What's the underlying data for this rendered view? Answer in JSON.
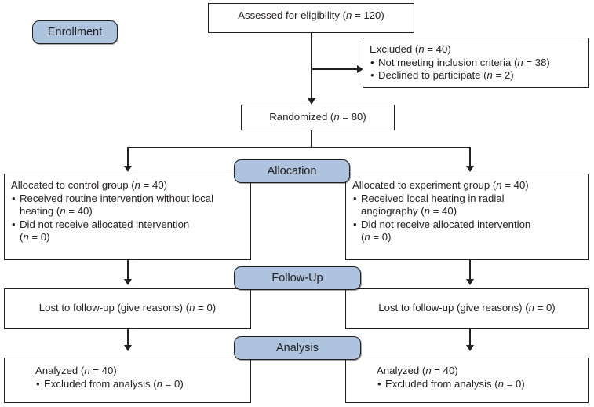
{
  "diagram": {
    "title": "CONSORT participant flow diagram",
    "accent_color": "#aec3dd",
    "line_color": "#231f20",
    "background": "#ffffff"
  },
  "stages": {
    "enrollment": "Enrollment",
    "allocation": "Allocation",
    "followup": "Follow-Up",
    "analysis": "Analysis"
  },
  "boxes": {
    "assessed": {
      "text_prefix": "Assessed for eligibility (",
      "italic_n": "n",
      "text_suffix": " = 120)"
    },
    "excluded": {
      "line1_prefix": "Excluded (",
      "line1_n": "n",
      "line1_suffix": " = 40)",
      "line2_prefix": "Not meeting inclusion criteria (",
      "line2_n": "n",
      "line2_suffix": " = 38)",
      "line3_prefix": "Declined to participate (",
      "line3_n": "n",
      "line3_suffix": " = 2)"
    },
    "randomized": {
      "text_prefix": "Randomized (",
      "italic_n": "n",
      "text_suffix": " = 80)"
    },
    "alloc_left": {
      "line1_prefix": "Allocated to control group (",
      "line1_n": "n",
      "line1_suffix": " = 40)",
      "line2_prefix": "Received routine intervention without local",
      "line2_cont_prefix": "heating (",
      "line2_n": "n",
      "line2_suffix": " = 40)",
      "line3_prefix": "Did not receive allocated intervention",
      "line3_cont_prefix": "(",
      "line3_n": "n",
      "line3_suffix": " = 0)"
    },
    "alloc_right": {
      "line1_prefix": "Allocated to experiment group (",
      "line1_n": "n",
      "line1_suffix": " = 40)",
      "line2_prefix": "Received local heating in radial",
      "line2_cont_prefix": "angiography (",
      "line2_n": "n",
      "line2_suffix": " = 40)",
      "line3_prefix": "Did not receive allocated intervention",
      "line3_cont_prefix": "(",
      "line3_n": "n",
      "line3_suffix": " = 0)"
    },
    "followup_left": {
      "text_prefix": "Lost to follow-up (give reasons) (",
      "italic_n": "n",
      "text_suffix": " = 0)"
    },
    "followup_right": {
      "text_prefix": "Lost to follow-up (give reasons) (",
      "italic_n": "n",
      "text_suffix": " = 0)"
    },
    "analysis_left": {
      "line1_prefix": "Analyzed (",
      "line1_n": "n",
      "line1_suffix": " = 40)",
      "line2_prefix": "Excluded from analysis (",
      "line2_n": "n",
      "line2_suffix": " = 0)"
    },
    "analysis_right": {
      "line1_prefix": "Analyzed (",
      "line1_n": "n",
      "line1_suffix": " = 40)",
      "line2_prefix": "Excluded from analysis (",
      "line2_n": "n",
      "line2_suffix": " = 0)"
    }
  }
}
